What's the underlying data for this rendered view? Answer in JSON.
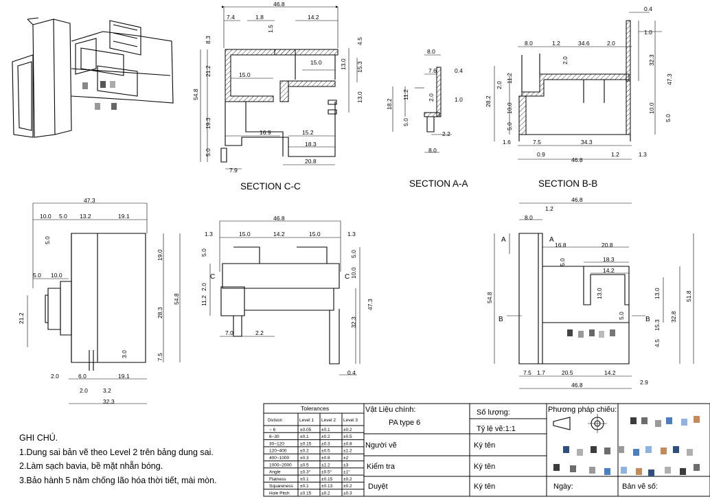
{
  "sections": {
    "c_c": "SECTION C-C",
    "a_a": "SECTION A-A",
    "b_b": "SECTION B-B"
  },
  "dims": {
    "cc": [
      "46.8",
      "7.4",
      "1.8",
      "14.2",
      "1.5",
      "8.3",
      "4.5",
      "21.2",
      "15.0",
      "15.0",
      "13.0",
      "15.3",
      "54.8",
      "13.0",
      "19.3",
      "16.9",
      "15.2",
      "18.3",
      "5.0",
      "7.9",
      "20.8"
    ],
    "aa": [
      "8.0",
      "7.6",
      "0.4",
      "2.0",
      "1.0",
      "11.2",
      "18.2",
      "5.0",
      "2.2",
      "8.0"
    ],
    "bb": [
      "0.4",
      "8.0",
      "1.2",
      "34.6",
      "2.0",
      "1.0",
      "2.0",
      "32.3",
      "47.3",
      "2.0",
      "11.2",
      "28.2",
      "10.0",
      "10.0",
      "5.0",
      "5.0",
      "1.6",
      "7.5",
      "34.3",
      "0.9",
      "46.8",
      "1.2",
      "1.3"
    ],
    "side": [
      "47.3",
      "10.0",
      "5.0",
      "13.2",
      "19.1",
      "5.0",
      "19.0",
      "5.0",
      "10.0",
      "21.2",
      "28.3",
      "54.8",
      "3.0",
      "7.5",
      "2.0",
      "6.0",
      "19.1",
      "2.0",
      "3.2",
      "32.3"
    ],
    "front": [
      "46.8",
      "1.3",
      "15.0",
      "14.2",
      "15.0",
      "1.3",
      "5.0",
      "5.0",
      "2.0",
      "10.0",
      "11.2",
      "47.3",
      "32.3",
      "7.0",
      "2.2",
      "0.4"
    ],
    "top": [
      "46.8",
      "1.2",
      "8.0",
      "16.8",
      "20.8",
      "5.0",
      "18.3",
      "14.2",
      "54.8",
      "13.0",
      "13.0",
      "51.8",
      "32.8",
      "15.3",
      "4.5",
      "7.5",
      "1.7",
      "20.5",
      "14.2",
      "46.8",
      "2.9",
      "5.0"
    ],
    "markers": [
      "A",
      "A",
      "B",
      "B",
      "C",
      "C"
    ]
  },
  "tolerances": {
    "title": "Tolerances",
    "headers": [
      "Division",
      "Level 1",
      "Level 2",
      "Level 3"
    ],
    "rows": [
      [
        "~ 6",
        "±0.05",
        "±0.1",
        "±0.2"
      ],
      [
        "6~30",
        "±0.1",
        "±0.2",
        "±0.5"
      ],
      [
        "30~120",
        "±0.15",
        "±0.3",
        "±0.8"
      ],
      [
        "120~400",
        "±0.2",
        "±0.5",
        "±1.2"
      ],
      [
        "400~1000",
        "±0.3",
        "±0.8",
        "±2"
      ],
      [
        "1000~2000",
        "±0.5",
        "±1.2",
        "±3"
      ],
      [
        "Angle",
        "±0.3°",
        "±0.5°",
        "±1°"
      ],
      [
        "Flatness",
        "±0.1",
        "±0.15",
        "±0.2"
      ],
      [
        "Squareness",
        "±0.1",
        "±0.13",
        "±0.2"
      ],
      [
        "Hole Pitch",
        "±0.15",
        "±0.2",
        "±0.3"
      ]
    ]
  },
  "title_block": {
    "material_label": "Vật Liệu chính:",
    "material_value": "PA type 6",
    "drawn_by": "Người vẽ",
    "checked_by": "Kiểm tra",
    "approved_by": "Duyệt",
    "quantity_label": "Số lượng:",
    "scale_label": "Tỷ lệ vẽ:1:1",
    "sign_1": "Ký tên",
    "sign_2": "Ký tên",
    "sign_3": "Ký tên",
    "projection_label": "Phương pháp chiếu:",
    "date_label": "Ngày:",
    "drawing_no_label": "Bản vẽ số:"
  },
  "notes": {
    "title": "GHI CHÚ.",
    "items": [
      "1.Dung sai bản vẽ theo Level 2 trên bảng dung sai.",
      "2.Làm sạch bavia, bề mặt nhẵn bóng.",
      "3.Bảo hành 5 năm chống lão hóa thời tiết, mài mòn."
    ]
  },
  "redaction_colors": [
    "#3c3c3c",
    "#6d6d6d",
    "#9a9a9a",
    "#4a7fc1",
    "#8fb3e0",
    "#c48a5a",
    "#2f4f7f",
    "#b0b0b0"
  ]
}
